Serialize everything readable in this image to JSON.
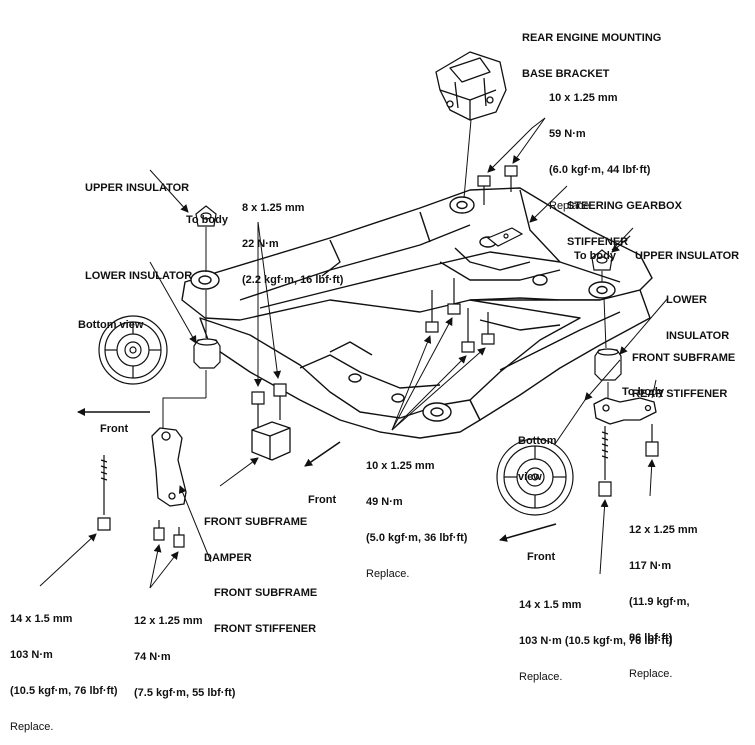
{
  "labels": {
    "rear_engine_bracket": [
      "REAR ENGINE MOUNTING",
      "BASE BRACKET"
    ],
    "bolt_rear_bracket": [
      "10 x 1.25 mm",
      "59 N·m",
      "(6.0 kgf·m, 44 lbf·ft)",
      "Replace."
    ],
    "steering_stiffener": [
      "STEERING GEARBOX",
      "STIFFENER"
    ],
    "upper_insulator_left": "UPPER INSULATOR",
    "to_body_left": "To body",
    "lower_insulator_left": "LOWER INSULATOR",
    "bottom_view_left": "Bottom view",
    "front_left": "Front",
    "bolt_damper": [
      "8 x 1.25 mm",
      "22 N·m",
      "(2.2 kgf·m, 16 lbf·ft)"
    ],
    "to_body_right": "To body",
    "upper_insulator_right": "UPPER INSULATOR",
    "lower_insulator_right": [
      "LOWER",
      "INSULATOR"
    ],
    "front_rear_stiffener": [
      "FRONT SUBFRAME",
      "REAR STIFFENER"
    ],
    "to_body_right2": "To body",
    "bottom_view_right": [
      "Bottom",
      "view"
    ],
    "front_right": "Front",
    "bolt_center": [
      "10 x 1.25 mm",
      "49 N·m",
      "(5.0 kgf·m, 36 lbf·ft)",
      "Replace."
    ],
    "front_center": "Front",
    "front_damper": [
      "FRONT SUBFRAME",
      "DAMPER"
    ],
    "front_front_stiffener": [
      "FRONT SUBFRAME",
      "FRONT STIFFENER"
    ],
    "bolt_left_14": [
      "14 x 1.5 mm",
      "103 N·m",
      "(10.5 kgf·m, 76 lbf·ft)",
      "Replace."
    ],
    "bolt_left_12": [
      "12 x 1.25 mm",
      "74 N·m",
      "(7.5 kgf·m, 55 lbf·ft)"
    ],
    "bolt_right_12": [
      "12 x 1.25 mm",
      "117 N·m",
      "(11.9 kgf·m,",
      "86 lbf·ft)",
      "Replace."
    ],
    "bolt_right_14": [
      "14 x 1.5 mm",
      "103 N·m (10.5 kgf·m, 76 lbf·ft)",
      "Replace."
    ]
  }
}
